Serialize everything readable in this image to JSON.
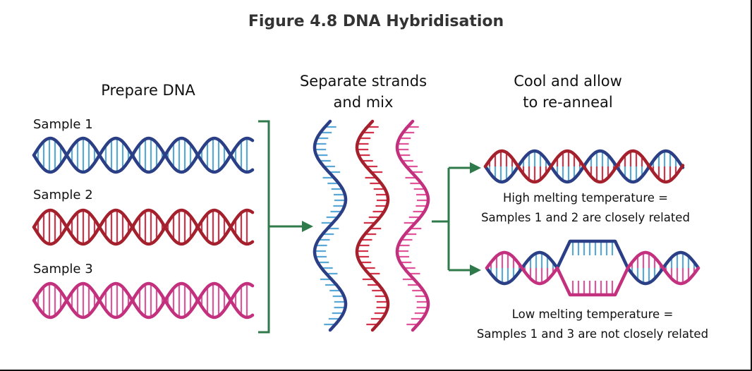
{
  "title": "Figure 4.8 DNA Hybridisation",
  "steps": {
    "prepare": "Prepare DNA",
    "separate_line1": "Separate strands",
    "separate_line2": "and mix",
    "cool_line1": "Cool and allow",
    "cool_line2": "to re-anneal"
  },
  "samples": [
    "Sample 1",
    "Sample 2",
    "Sample 3"
  ],
  "results": {
    "high_line1": "High melting temperature =",
    "high_line2": "Samples 1 and 2 are closely related",
    "low_line1": "Low melting temperature =",
    "low_line2": "Samples 1 and 3 are not closely related"
  },
  "colors": {
    "sample1_strand": "#2b3f86",
    "sample1_rungs": "#5aa8d6",
    "sample2_strand": "#a4202c",
    "sample2_rungs": "#d0334a",
    "sample3_strand": "#c2307e",
    "sample3_rungs": "#e0559a",
    "arrow": "#2f7a4a",
    "bracket": "#2f7a4a"
  }
}
